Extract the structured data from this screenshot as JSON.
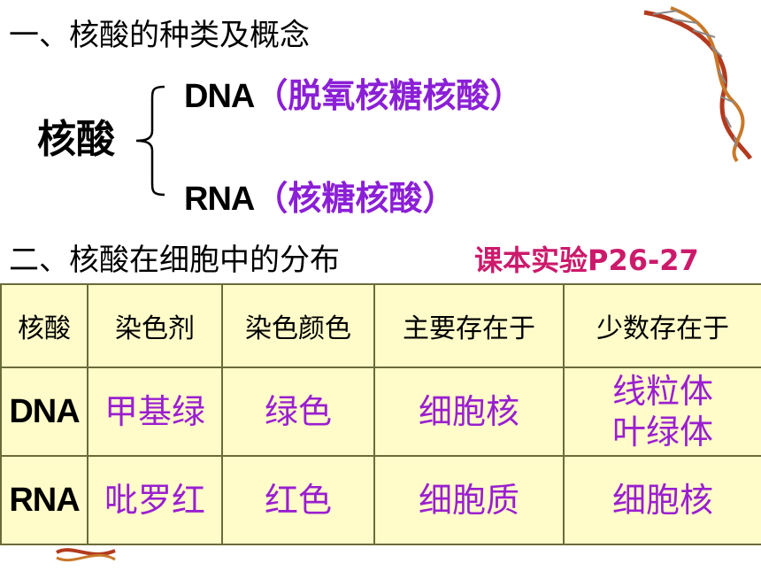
{
  "section1": {
    "title": "一、核酸的种类及概念"
  },
  "classification": {
    "root_label": "核酸",
    "dna": {
      "abbr": "DNA",
      "name": "（脱氧核糖核酸）"
    },
    "rna": {
      "abbr": "RNA",
      "name": "（核糖核酸）"
    }
  },
  "section2": {
    "title": "二、核酸在细胞中的分布",
    "reference": "课本实验P26-27"
  },
  "table": {
    "headers": [
      "核酸",
      "染色剂",
      "染色颜色",
      "主要存在于",
      "少数存在于"
    ],
    "rows": [
      {
        "na": "DNA",
        "stain": "甲基绿",
        "color": "绿色",
        "main": "细胞核",
        "minor_line1": "线粒体",
        "minor_line2": "叶绿体"
      },
      {
        "na": "RNA",
        "stain": "吡罗红",
        "color": "红色",
        "main": "细胞质",
        "minor_line1": "细胞核"
      }
    ]
  },
  "colors": {
    "accent_purple": "#9a1fd0",
    "reference_red": "#cc1a6b",
    "table_bg": "#fffcc9"
  }
}
